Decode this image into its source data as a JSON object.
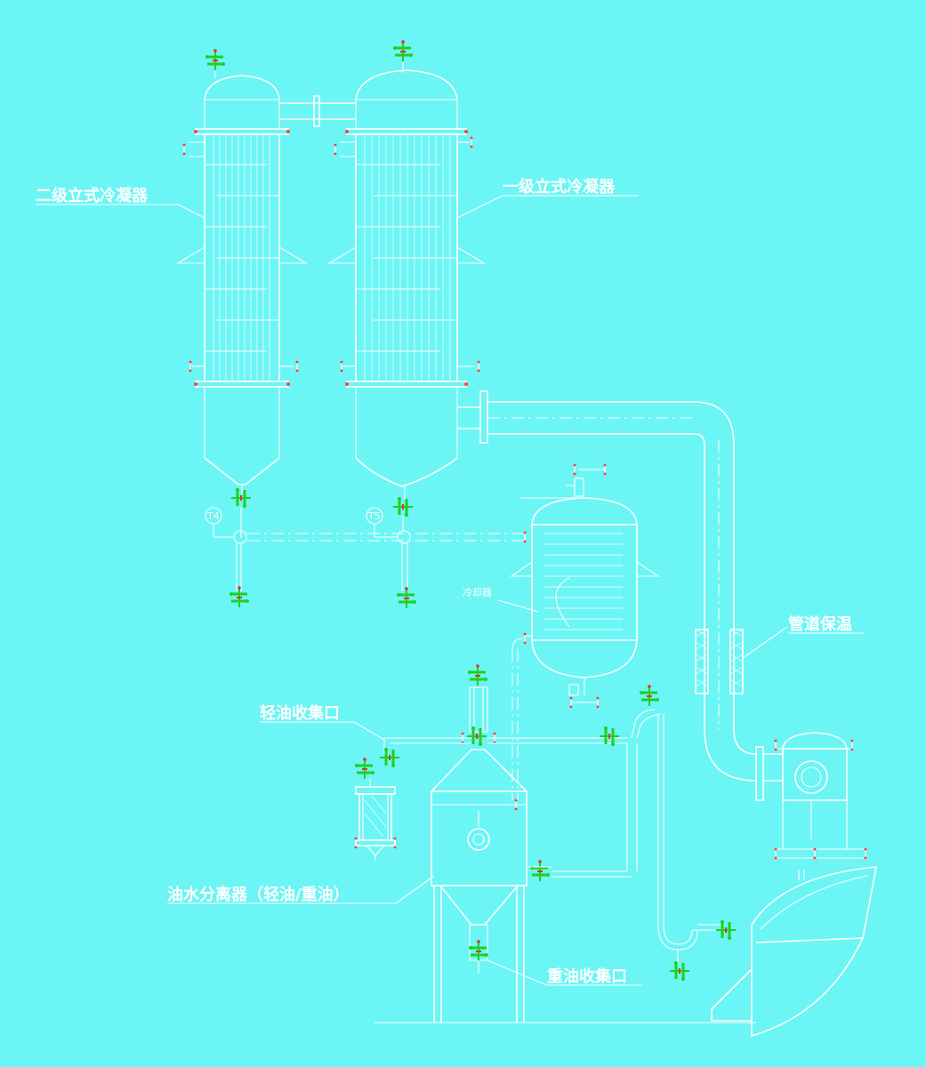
{
  "labels": {
    "secondary_condenser": "二级立式冷凝器",
    "primary_condenser": "一级立式冷凝器",
    "cooler": "冷却器",
    "pipe_insulation": "管道保温",
    "light_oil_outlet": "轻油收集口",
    "oil_water_separator": "油水分离器（轻油/重油）",
    "heavy_oil_outlet": "重油收集口",
    "tag_t4": "T4",
    "tag_t5": "T5"
  },
  "colors": {
    "background": "#6cf5f5",
    "line": "#ffffff",
    "valve_green": "#1fd11f",
    "valve_red": "#e0322a",
    "flange_red": "#ff4040",
    "valve_handle": "#c02060"
  },
  "icons": {
    "valve": "gate-valve-icon",
    "flange": "flange-icon",
    "instrument": "instrument-bubble-icon"
  }
}
